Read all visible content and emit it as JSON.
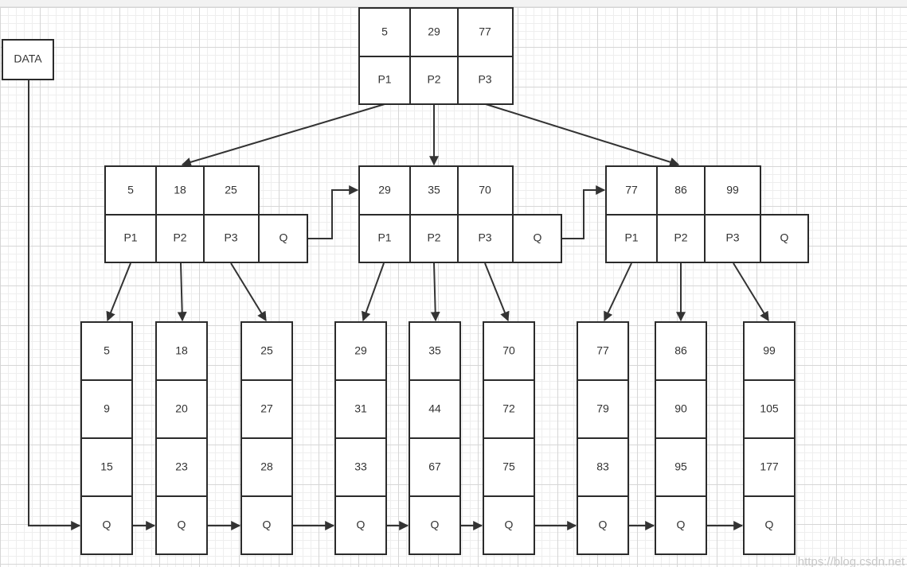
{
  "data_box": {
    "label": "DATA"
  },
  "root": {
    "keys": [
      "5",
      "29",
      "77"
    ],
    "pointers": [
      "P1",
      "P2",
      "P3"
    ]
  },
  "internal": [
    {
      "keys": [
        "5",
        "18",
        "25"
      ],
      "pointers": [
        "P1",
        "P2",
        "P3",
        "Q"
      ]
    },
    {
      "keys": [
        "29",
        "35",
        "70"
      ],
      "pointers": [
        "P1",
        "P2",
        "P3",
        "Q"
      ]
    },
    {
      "keys": [
        "77",
        "86",
        "99"
      ],
      "pointers": [
        "P1",
        "P2",
        "P3",
        "Q"
      ]
    }
  ],
  "leaves": [
    {
      "cells": [
        "5",
        "9",
        "15",
        "Q"
      ]
    },
    {
      "cells": [
        "18",
        "20",
        "23",
        "Q"
      ]
    },
    {
      "cells": [
        "25",
        "27",
        "28",
        "Q"
      ]
    },
    {
      "cells": [
        "29",
        "31",
        "33",
        "Q"
      ]
    },
    {
      "cells": [
        "35",
        "44",
        "67",
        "Q"
      ]
    },
    {
      "cells": [
        "70",
        "72",
        "75",
        "Q"
      ]
    },
    {
      "cells": [
        "77",
        "79",
        "83",
        "Q"
      ]
    },
    {
      "cells": [
        "86",
        "90",
        "95",
        "Q"
      ]
    },
    {
      "cells": [
        "99",
        "105",
        "177",
        "Q"
      ]
    }
  ],
  "watermark": "https://blog.csdn.net"
}
